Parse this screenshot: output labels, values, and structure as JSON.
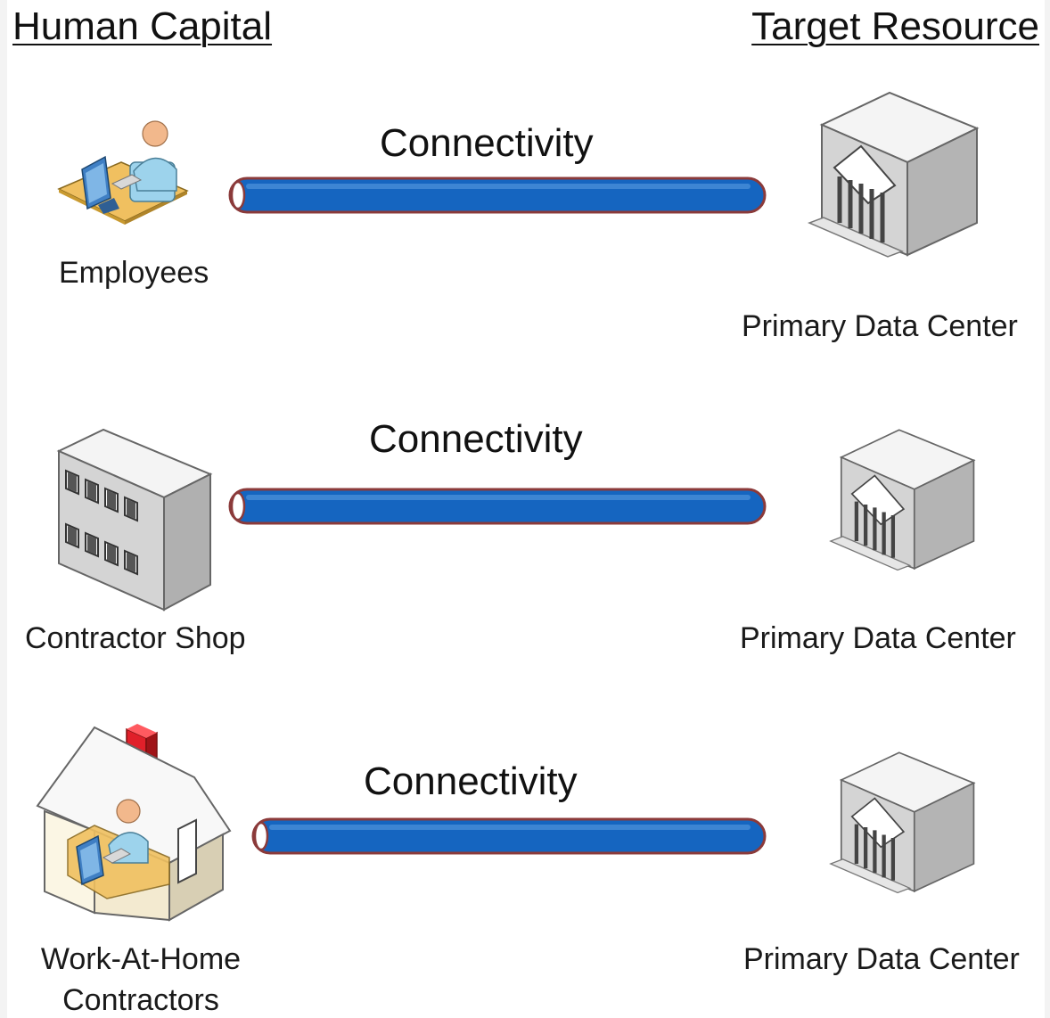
{
  "headers": {
    "left": "Human Capital",
    "right": "Target Resource"
  },
  "rows": [
    {
      "source": {
        "label": "Employees",
        "icon": "employee-at-desk-icon"
      },
      "link": {
        "label": "Connectivity"
      },
      "target": {
        "label": "Primary Data Center",
        "icon": "data-center-icon"
      }
    },
    {
      "source": {
        "label": "Contractor Shop",
        "icon": "office-building-icon"
      },
      "link": {
        "label": "Connectivity"
      },
      "target": {
        "label": "Primary Data Center",
        "icon": "data-center-icon"
      }
    },
    {
      "source": {
        "label_line1": "Work-At-Home",
        "label_line2": "Contractors",
        "icon": "home-office-icon"
      },
      "link": {
        "label": "Connectivity"
      },
      "target": {
        "label": "Primary Data Center",
        "icon": "data-center-icon"
      }
    }
  ],
  "colors": {
    "pipe_fill": "#1565c0",
    "pipe_outline": "#8b3a3a",
    "building_face": "#e8e8e8",
    "person_skin": "#f2b88c",
    "person_shirt": "#9dd3ec",
    "desk": "#f0c060",
    "chimney": "#e0202a"
  }
}
